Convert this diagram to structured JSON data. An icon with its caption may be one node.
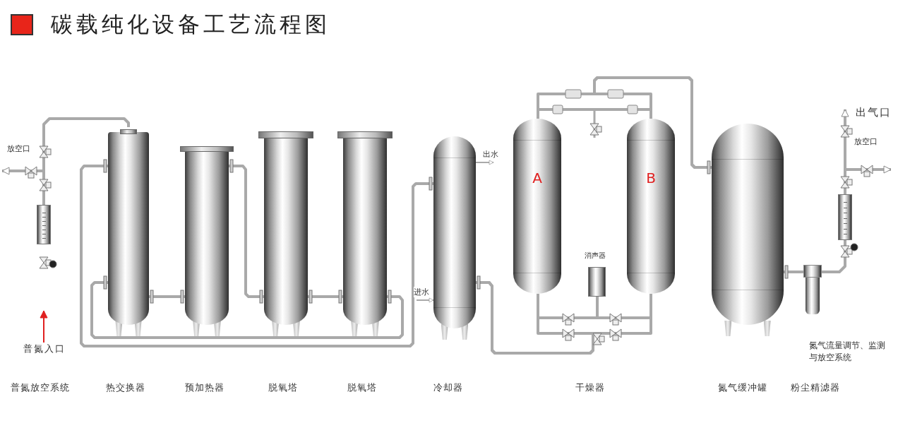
{
  "diagram": {
    "title": "碳载纯化设备工艺流程图",
    "nodes": [
      {
        "text": [
          "普氮入口"
        ]
      },
      {
        "text": [],
        "shape": "box"
      },
      {
        "text": [],
        "shape": "cylinder"
      },
      {
        "text": [],
        "shape": "cylinder"
      },
      {
        "text": [],
        "shape": "cylinder"
      },
      {
        "text": [],
        "shape": "cylinder"
      },
      {
        "text": [],
        "shape": "cylinder"
      },
      {
        "text": [
          "A"
        ]
      },
      {
        "text": [
          "B"
        ]
      },
      {
        "text": [
          "消声器"
        ]
      },
      {
        "text": [],
        "shape": "cylinder"
      },
      {
        "text": [],
        "shape": "cylinder"
      },
      {
        "text": [],
        "shape": "box"
      },
      {
        "text": [
          "出气口"
        ]
      }
    ],
    "edges": [
      {
        "from": 0,
        "to": null,
        "arrow": "to",
        "color": "#e02020"
      },
      {
        "from": 1,
        "to": 2,
        "arrow": "none"
      },
      {
        "from": 2,
        "to": 3,
        "arrow": "none"
      },
      {
        "from": 3,
        "to": 4,
        "arrow": "none"
      },
      {
        "from": 4,
        "to": 5,
        "arrow": "none"
      },
      {
        "from": 5,
        "to": 2,
        "arrow": "none"
      },
      {
        "from": 2,
        "to": 6,
        "arrow": "none"
      },
      {
        "from": 6,
        "to": 7,
        "arrow": "none"
      },
      {
        "from": 6,
        "to": 8,
        "arrow": "none"
      },
      {
        "from": 9,
        "to": 7,
        "arrow": "none"
      },
      {
        "from": 9,
        "to": 8,
        "arrow": "none"
      },
      {
        "from": 7,
        "to": 10,
        "arrow": "none"
      },
      {
        "from": 8,
        "to": 10,
        "arrow": "none"
      },
      {
        "from": 10,
        "to": 11,
        "arrow": "none"
      },
      {
        "from": 11,
        "to": 12,
        "arrow": "none"
      },
      {
        "from": 12,
        "to": 13,
        "arrow": "to"
      },
      {
        "from": 1,
        "to": null,
        "arrow": "to",
        "label": "放空口"
      },
      {
        "from": 12,
        "to": null,
        "arrow": "to",
        "label": "放空口"
      },
      {
        "from": null,
        "to": 6,
        "arrow": "to",
        "label": "进水"
      },
      {
        "from": 6,
        "to": null,
        "arrow": "to",
        "label": "出水"
      },
      {
        "from": 7,
        "to": 8,
        "arrow": "none"
      }
    ],
    "labels": [
      "氮气流量调节、监测与放空系统",
      "普氮放空系统",
      "热交换器",
      "预加热器",
      "脱氧塔",
      "脱氧塔",
      "冷却器",
      "干燥器",
      "氮气缓冲罐",
      "粉尘精滤器"
    ]
  }
}
